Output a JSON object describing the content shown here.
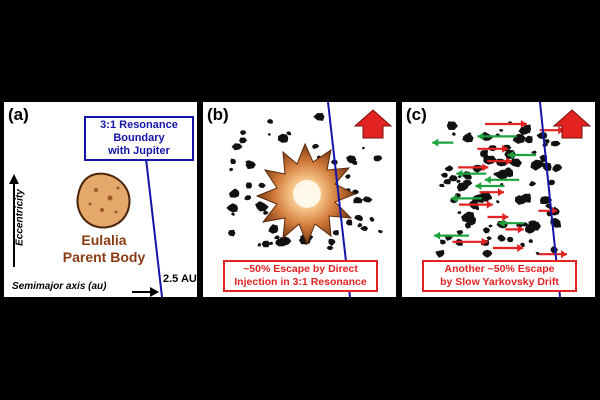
{
  "panel_a": {
    "tag": "(a)",
    "boundary_label": [
      "3:1 Resonance",
      "Boundary",
      "with Jupiter"
    ],
    "parent_body_label": [
      "Eulalia",
      "Parent Body"
    ],
    "y_axis_label": "Eccentricity",
    "x_axis_label": "Semimajor axis (au)",
    "au_marker": "2.5 AU"
  },
  "panel_b": {
    "tag": "(b)",
    "caption": [
      "~50% Escape by Direct",
      "Injection in 3:1 Resonance"
    ]
  },
  "panel_c": {
    "tag": "(c)",
    "caption": [
      "Another ~50% Escape",
      "by Slow Yarkovsky Drift"
    ]
  },
  "colors": {
    "background": "#000000",
    "panel": "#ffffff",
    "resonance_line": "#1414a8",
    "caption_red": "#e32222",
    "parent_body_text": "#8b3b12",
    "parent_body_fill": "#e3a86a",
    "arrow_red": "#e32222",
    "arrow_green": "#1ea33c"
  }
}
